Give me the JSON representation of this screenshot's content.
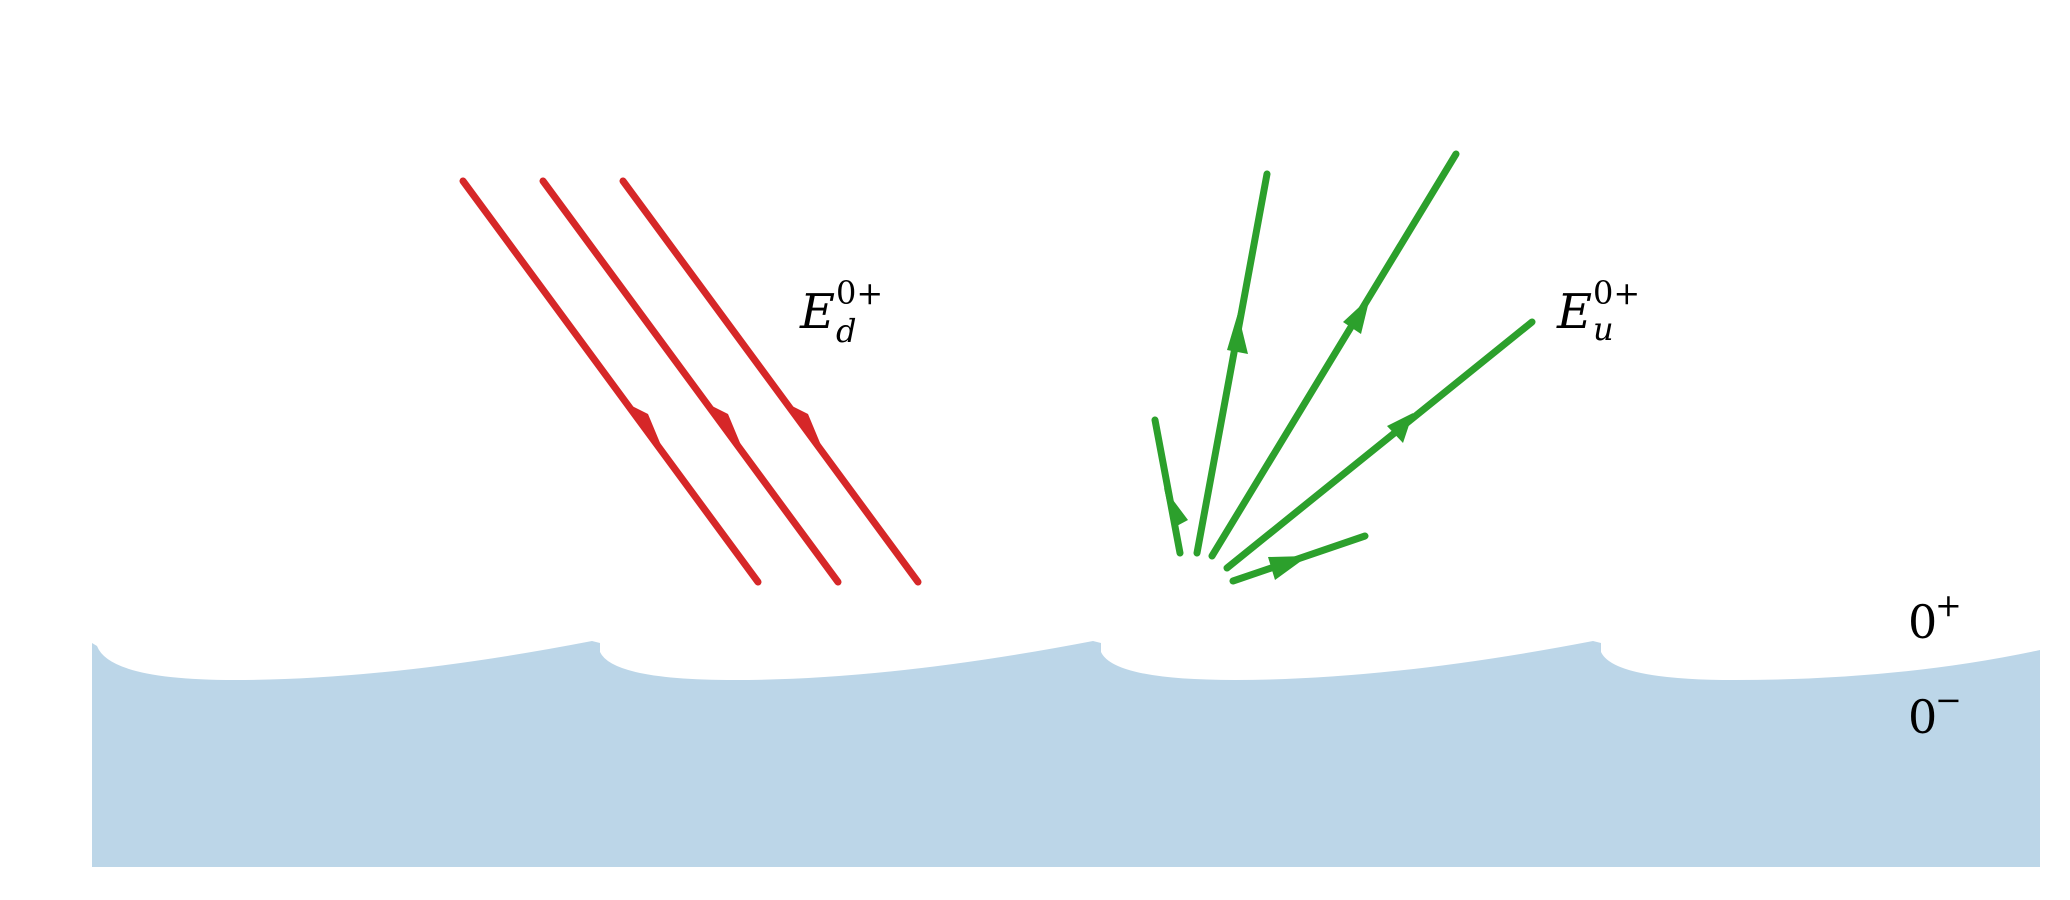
{
  "diagram": {
    "water_color": "#bcd6e8",
    "downwelling": {
      "color": "#d62728",
      "label": {
        "symbol": "E",
        "sub": "d",
        "sup": "0+"
      }
    },
    "upwelling": {
      "color": "#2ca02c",
      "label": {
        "symbol": "E",
        "sub": "u",
        "sup": "0+"
      }
    },
    "level_labels": {
      "above": {
        "base": "0",
        "sup": "+"
      },
      "below": {
        "base": "0",
        "sup": "−"
      }
    }
  }
}
